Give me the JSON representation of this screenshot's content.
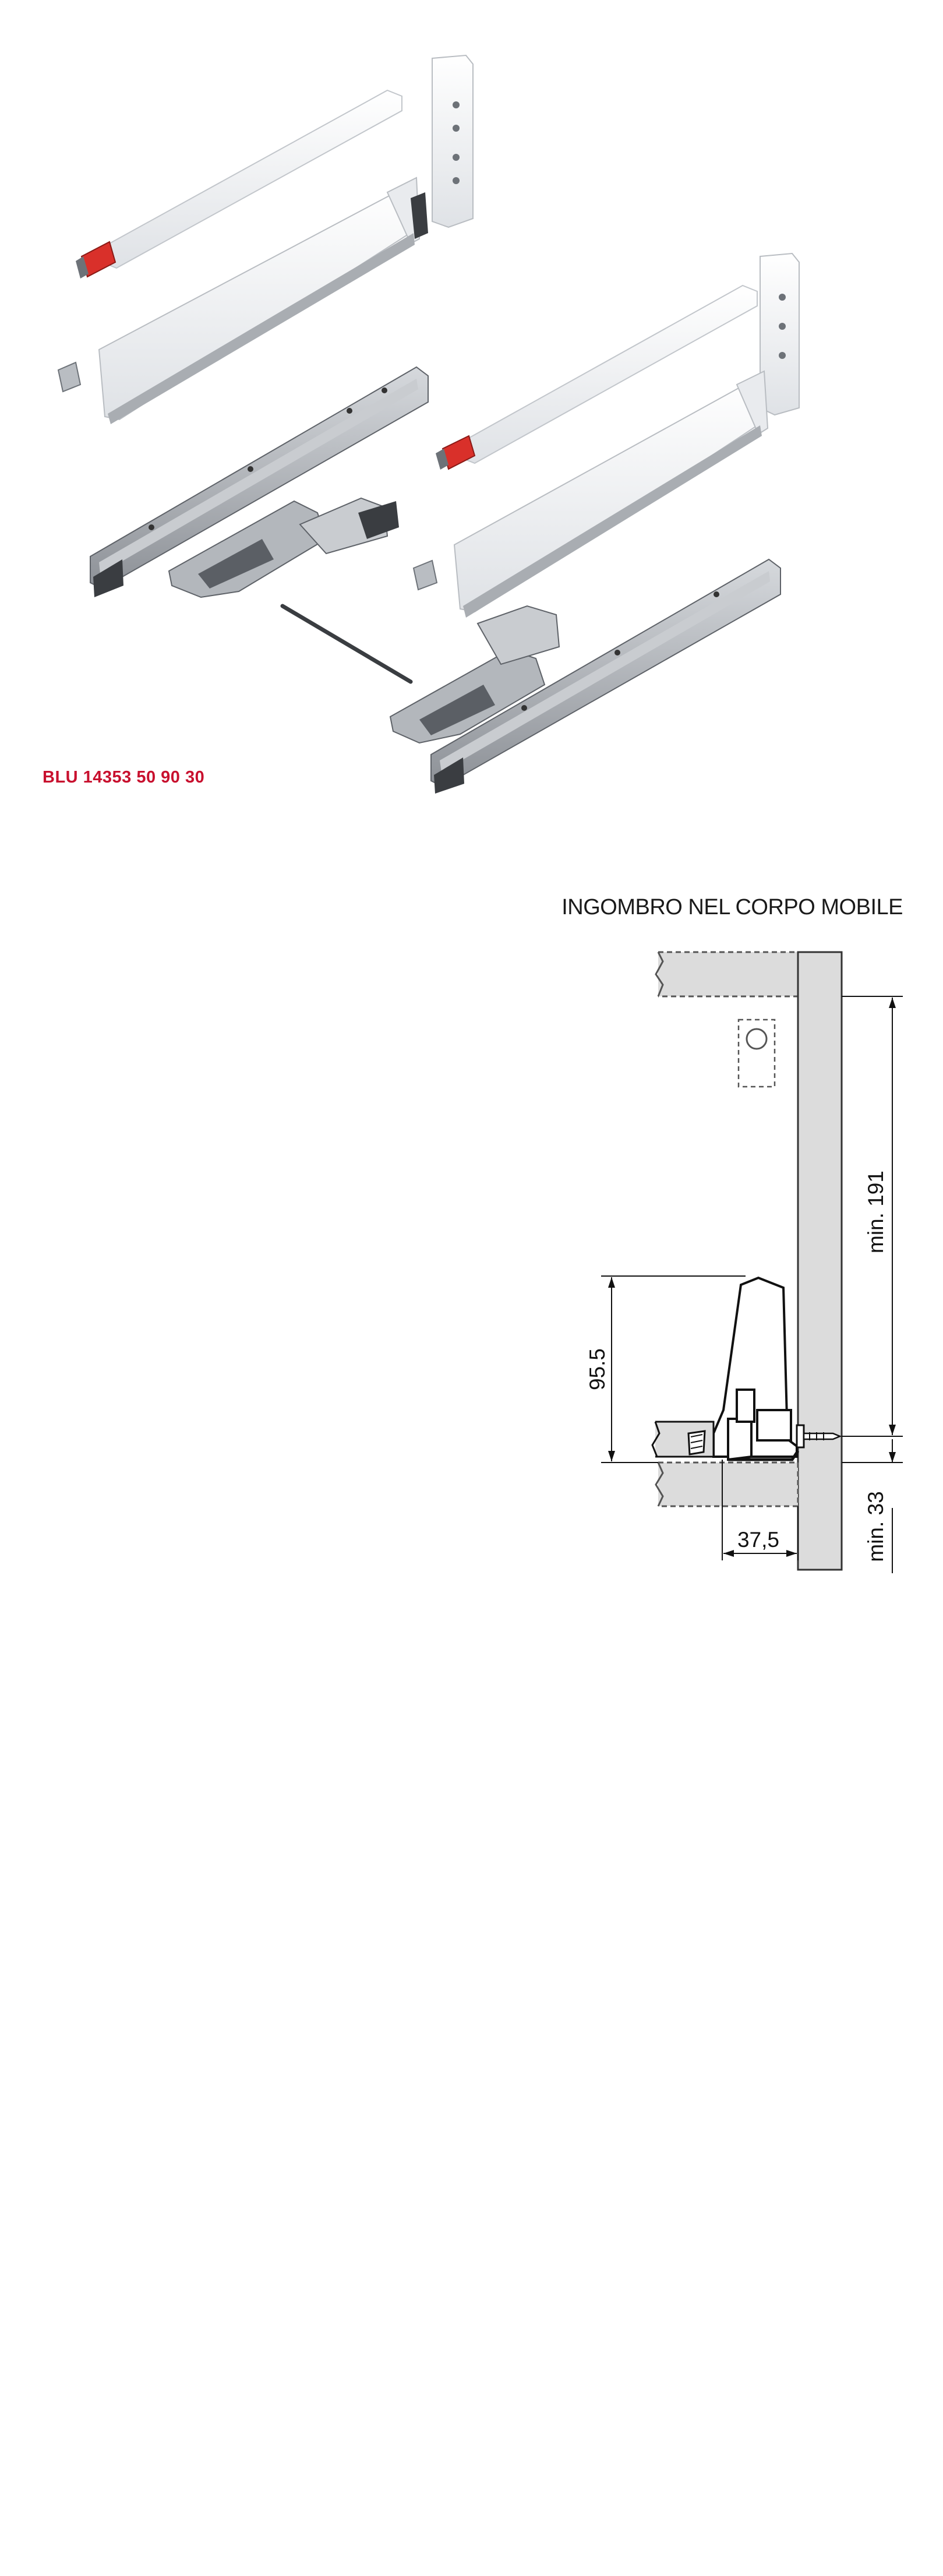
{
  "product": {
    "code": "BLU 14353 50 90 30"
  },
  "section": {
    "title": "INGOMBRO NEL CORPO MOBILE",
    "dimensions": {
      "height": "95.5",
      "side_clearance": "min. 191",
      "bottom_clearance": "min. 33",
      "depth": "37,5"
    }
  },
  "colors": {
    "code_red": "#c8102e",
    "part_white": "#f4f5f6",
    "part_red": "#d9302a",
    "metal_grey": "#a9adb2",
    "panel_grey": "#dcdcdc"
  }
}
